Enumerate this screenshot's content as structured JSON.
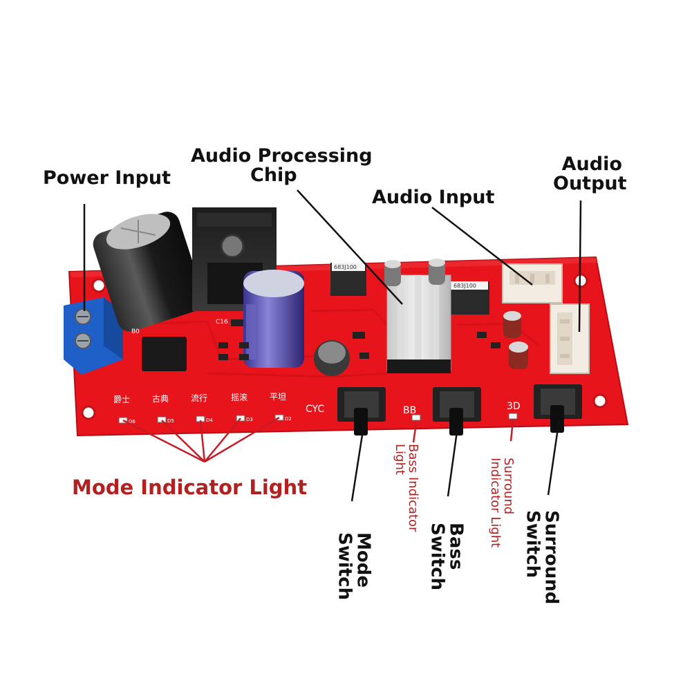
{
  "labels": {
    "power_input": "Power Input",
    "audio_processing_chip_line1": "Audio Processing",
    "audio_processing_chip_line2": "Chip",
    "audio_input": "Audio Input",
    "audio_output_line1": "Audio",
    "audio_output_line2": "Output",
    "mode_indicator_light": "Mode Indicator Light",
    "mode_switch_line1": "Mode",
    "mode_switch_line2": "Switch",
    "bass_switch_line1": "Bass",
    "bass_switch_line2": "Switch",
    "surround_switch_line1": "Surround",
    "surround_switch_line2": "Switch",
    "bass_indicator_light_line1": "Bass Indicator",
    "bass_indicator_light_line2": "Light",
    "surround_indicator_light_line1": "Surround",
    "surround_indicator_light_line2": "Indicator Light"
  },
  "board_silkscreen": {
    "mode_names": [
      "爵士",
      "古典",
      "流行",
      "摇滚",
      "平坦"
    ],
    "led_refs": [
      "D6",
      "D5",
      "D4",
      "D3",
      "D2"
    ],
    "cyc": "CYC",
    "bb": "BB",
    "three_d": "3D",
    "capacitor_ref_c16": "C16",
    "bridge_ref": "B0",
    "chip_marking": "683J100"
  },
  "colors": {
    "board_red": "#e8141c",
    "label_black": "#111111",
    "label_red": "#b32020",
    "terminal_blue": "#1f5fc8"
  }
}
